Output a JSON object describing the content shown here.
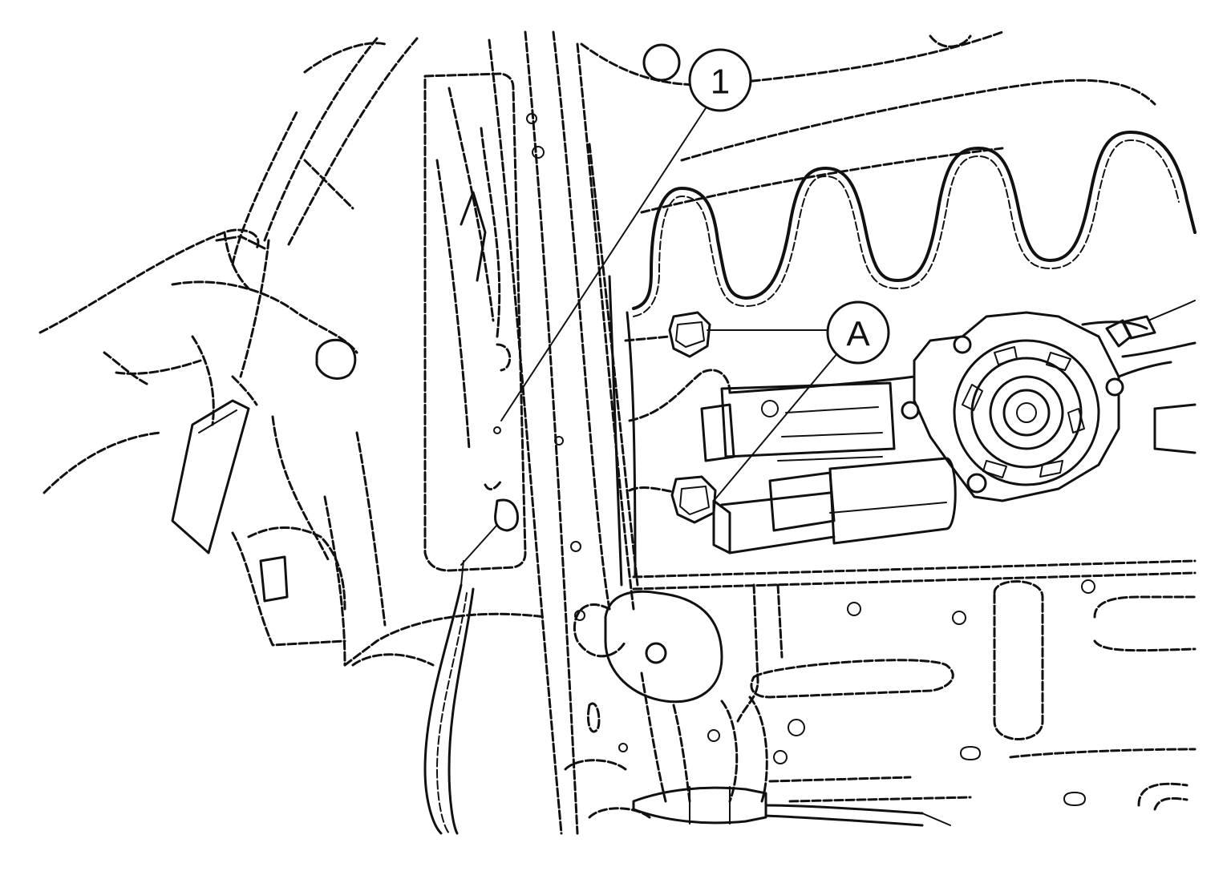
{
  "callouts": [
    {
      "id": "1",
      "label": "1"
    },
    {
      "id": "A",
      "label": "A"
    }
  ],
  "icons": [
    "hand-icon",
    "airbag-module-icon",
    "window-regulator-motor-icon",
    "wire-harness-icon",
    "bolt-icon"
  ],
  "colors": {
    "line": "#111111",
    "background": "#ffffff"
  }
}
